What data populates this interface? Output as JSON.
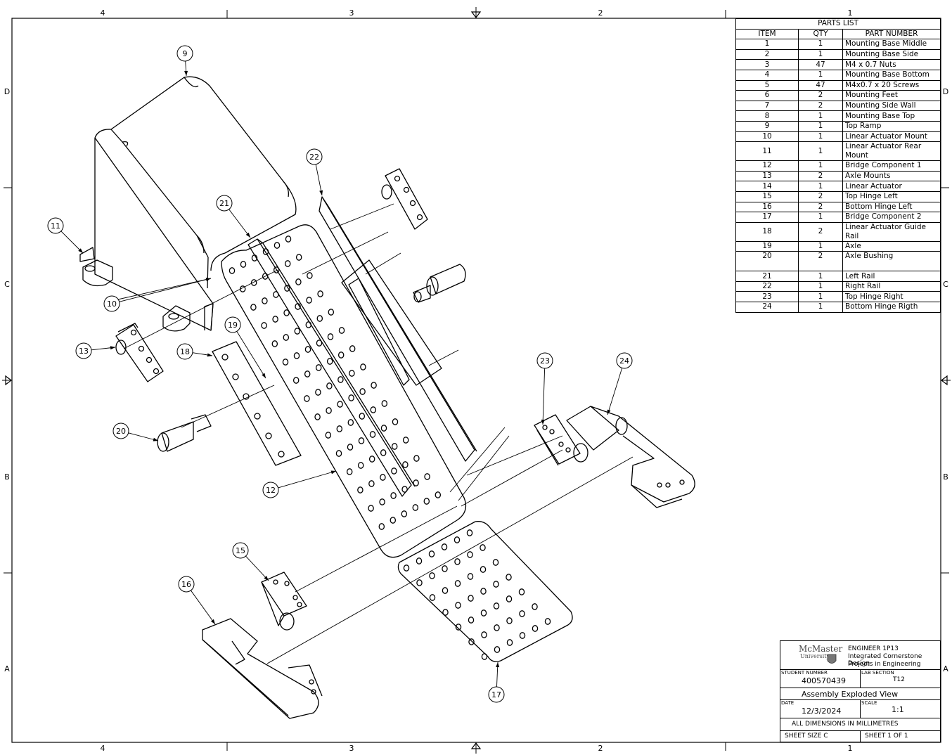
{
  "zones": {
    "columns": [
      "4",
      "3",
      "2",
      "1"
    ],
    "rows": [
      "D",
      "C",
      "B",
      "A"
    ]
  },
  "parts_list": {
    "title": "PARTS LIST",
    "headers": [
      "ITEM",
      "QTY",
      "PART NUMBER"
    ],
    "rows": [
      {
        "item": "1",
        "qty": "1",
        "part": "Mounting Base Middle"
      },
      {
        "item": "2",
        "qty": "1",
        "part": "Mounting Base Side"
      },
      {
        "item": "3",
        "qty": "47",
        "part": "M4 x 0.7 Nuts"
      },
      {
        "item": "4",
        "qty": "1",
        "part": "Mounting Base Bottom"
      },
      {
        "item": "5",
        "qty": "47",
        "part": "M4x0.7 x 20 Screws"
      },
      {
        "item": "6",
        "qty": "2",
        "part": "Mounting Feet"
      },
      {
        "item": "7",
        "qty": "2",
        "part": "Mounting Side Wall"
      },
      {
        "item": "8",
        "qty": "1",
        "part": "Mounting Base Top"
      },
      {
        "item": "9",
        "qty": "1",
        "part": "Top Ramp"
      },
      {
        "item": "10",
        "qty": "1",
        "part": "Linear Actuator Mount"
      },
      {
        "item": "11",
        "qty": "1",
        "part": "Linear Actuator Rear Mount"
      },
      {
        "item": "12",
        "qty": "1",
        "part": "Bridge Component 1"
      },
      {
        "item": "13",
        "qty": "2",
        "part": "Axle Mounts"
      },
      {
        "item": "14",
        "qty": "1",
        "part": "Linear Actuator"
      },
      {
        "item": "15",
        "qty": "2",
        "part": "Top Hinge Left"
      },
      {
        "item": "16",
        "qty": "2",
        "part": "Bottom Hinge Left"
      },
      {
        "item": "17",
        "qty": "1",
        "part": "Bridge Component 2"
      },
      {
        "item": "18",
        "qty": "2",
        "part": "Linear Actuator Guide Rail"
      },
      {
        "item": "19",
        "qty": "1",
        "part": "Axle"
      },
      {
        "item": "20",
        "qty": "2",
        "part": "Axle Bushing"
      },
      {
        "item": "21",
        "qty": "1",
        "part": "Left Rail"
      },
      {
        "item": "22",
        "qty": "1",
        "part": "Right Rail"
      },
      {
        "item": "23",
        "qty": "1",
        "part": "Top Hinge Right"
      },
      {
        "item": "24",
        "qty": "1",
        "part": "Bottom Hinge Rigth"
      }
    ]
  },
  "title_block": {
    "logo_name": "McMaster",
    "logo_sub": "University",
    "course": "ENGINEER 1P13",
    "course_line2": "Integrated Cornerstone Design",
    "course_line3": "Projects in Engineering",
    "student_number_label": "STUDENT NUMBER",
    "student_number": "400570439",
    "lab_section_label": "LAB SECTION",
    "lab_section": "T12",
    "drawing_title": "Assembly Exploded View",
    "date_label": "DATE",
    "date": "12/3/2024",
    "scale_label": "SCALE",
    "scale": "1:1",
    "note": "ALL DIMENSIONS IN MILLIMETRES",
    "sheet_size": "SHEET SIZE C",
    "sheet_of": "SHEET 1 OF 1"
  },
  "balloons": [
    "9",
    "11",
    "10",
    "13",
    "21",
    "22",
    "19",
    "18",
    "20",
    "12",
    "23",
    "24",
    "15",
    "16",
    "17"
  ],
  "colors": {
    "line": "#000000",
    "paper": "#ffffff"
  }
}
